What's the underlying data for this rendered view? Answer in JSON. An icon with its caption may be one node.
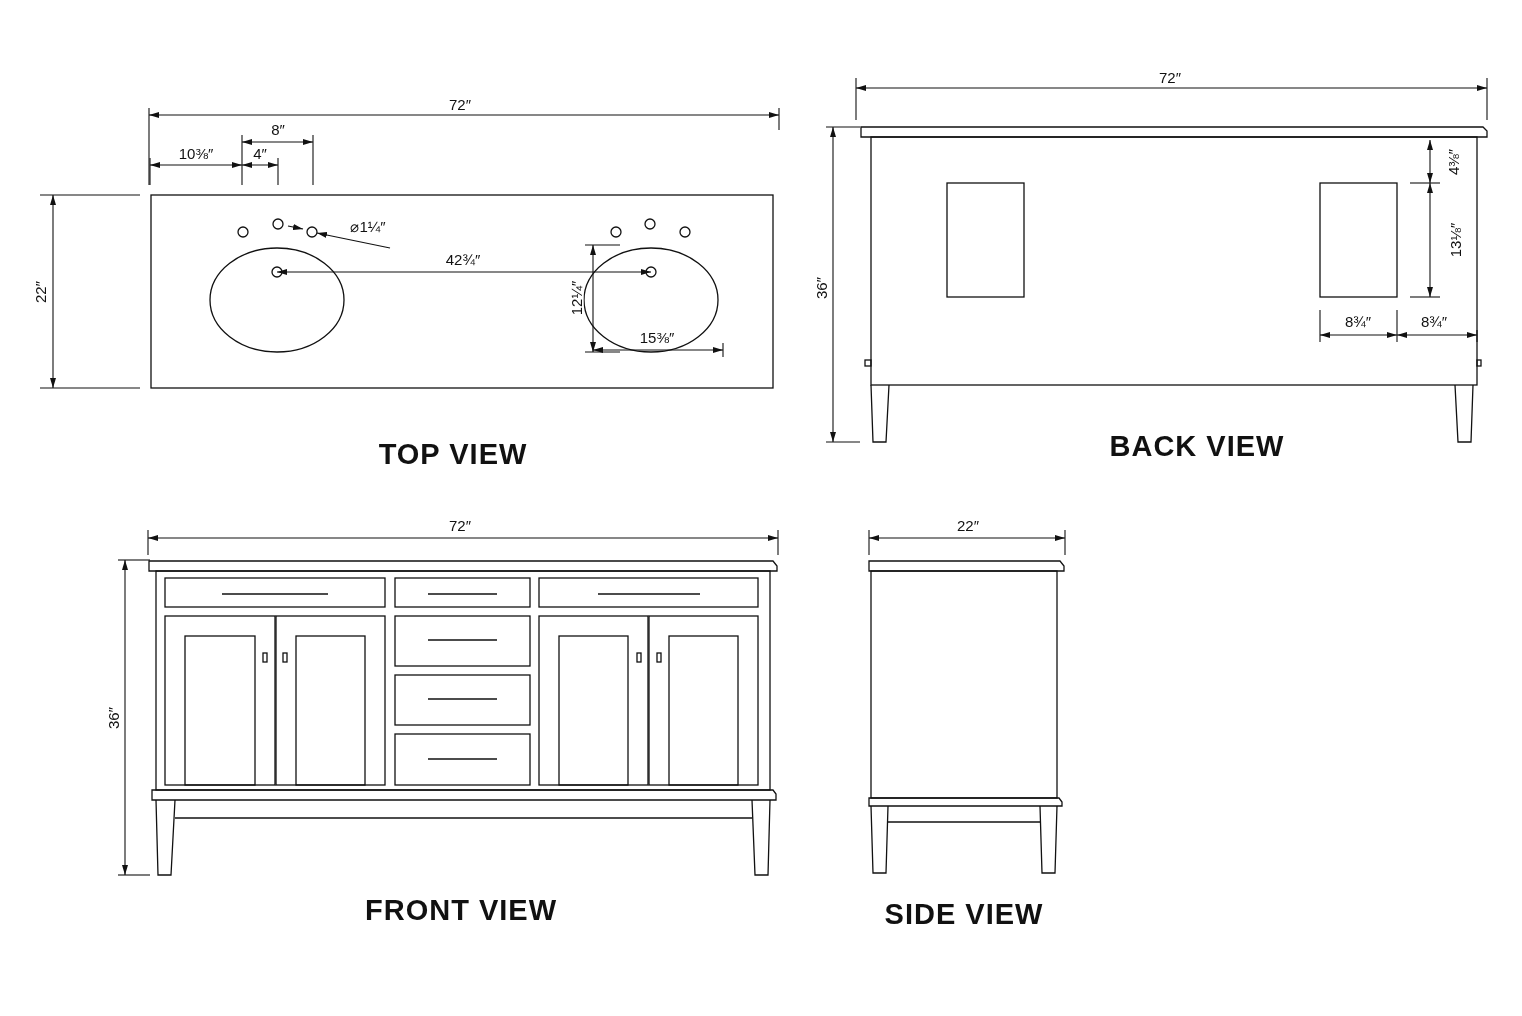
{
  "diagram": {
    "labels": [
      "72″",
      "72″",
      "8″",
      "10⅜″",
      "4″",
      "4⅜″",
      "⌀1¼″",
      "22″",
      "42¾″",
      "36″",
      "12¼″",
      "13⅛″",
      "15⅜″",
      "8¾″",
      "8¾″",
      "TOP VIEW",
      "BACK VIEW",
      "72″",
      "22″",
      "36″",
      "FRONT VIEW",
      "SIDE VIEW"
    ]
  }
}
